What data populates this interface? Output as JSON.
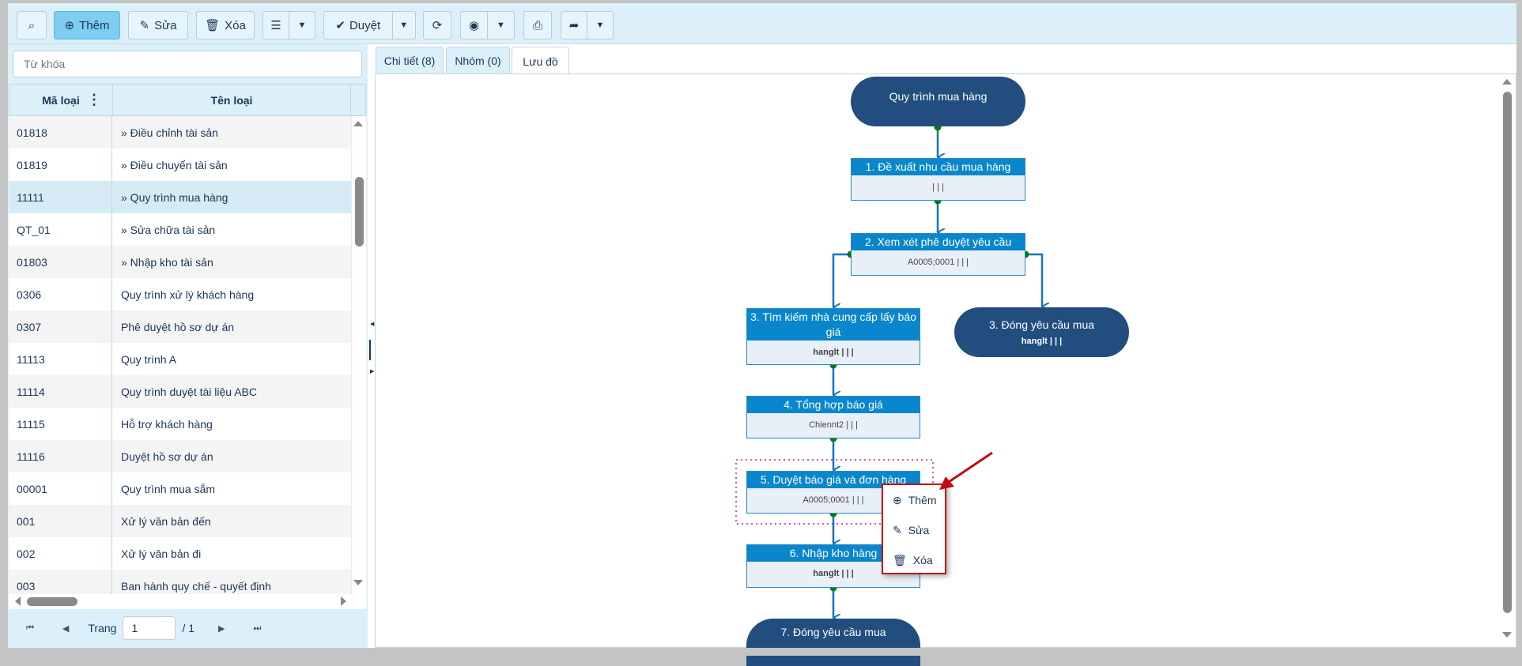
{
  "toolbar": {
    "find_icon": "binoculars-icon",
    "add": "Thêm",
    "edit": "Sửa",
    "delete": "Xóa",
    "approve": "Duyệt",
    "caret": "▼"
  },
  "search": {
    "placeholder": "Từ khóa"
  },
  "table": {
    "col_code": "Mã loại",
    "col_name": "Tên loại",
    "rows": [
      {
        "code": "01818",
        "name": "» Điều chỉnh tài sản"
      },
      {
        "code": "01819",
        "name": "» Điều chuyển tài sản"
      },
      {
        "code": "11111",
        "name": "» Quy trình mua hàng",
        "selected": true
      },
      {
        "code": "QT_01",
        "name": "» Sửa chữa tài sản"
      },
      {
        "code": "01803",
        "name": "» Nhập kho tài sản"
      },
      {
        "code": "0306",
        "name": "Quy trình xử lý khách hàng"
      },
      {
        "code": "0307",
        "name": "Phê duyệt hồ sơ dự án"
      },
      {
        "code": "11113",
        "name": "Quy trình A"
      },
      {
        "code": "11114",
        "name": "Quy trình duyệt tài liệu ABC"
      },
      {
        "code": "11115",
        "name": "Hỗ trợ khách hàng"
      },
      {
        "code": "11116",
        "name": "Duyệt hồ sơ dự án"
      },
      {
        "code": "00001",
        "name": "Quy trình mua sắm"
      },
      {
        "code": "001",
        "name": "Xử lý văn bản đến"
      },
      {
        "code": "002",
        "name": "Xử lý văn bản đi"
      },
      {
        "code": "003",
        "name": "Ban hành quy chế - quyết định"
      }
    ]
  },
  "pager": {
    "label": "Trang",
    "page": "1",
    "total": "/ 1"
  },
  "tabs": [
    {
      "label": "Chi tiết (8)"
    },
    {
      "label": "Nhóm (0)"
    },
    {
      "label": "Lưu đồ",
      "active": true
    }
  ],
  "flow": {
    "start": "Quy trình mua hàng",
    "n1": {
      "title": "1. Đề xuất nhu cầu mua hàng",
      "sub": "| | |"
    },
    "n2": {
      "title": "2. Xem xét phê duyệt yêu cầu",
      "sub": "A0005;0001 | | |"
    },
    "n3a": {
      "title": "3. Tìm kiếm nhà cung cấp lấy báo giá",
      "sub": "hanglt | | |"
    },
    "n3b": {
      "title": "3. Đóng yêu cầu mua",
      "sub": "hanglt | | |"
    },
    "n4": {
      "title": "4. Tổng hợp báo giá",
      "sub": "Chiennt2 | | |"
    },
    "n5": {
      "title": "5. Duyệt báo giá và đơn hàng",
      "sub": "A0005;0001 | | |"
    },
    "n6": {
      "title": "6. Nhập kho hàng",
      "sub": "hanglt | | |"
    },
    "n7": {
      "title": "7. Đóng yêu cầu mua"
    }
  },
  "context_menu": {
    "add": "Thêm",
    "edit": "Sửa",
    "delete": "Xóa"
  },
  "colors": {
    "accent": "#0a87cc",
    "terminal": "#214e7f",
    "connector_dot": "#008000",
    "highlight": "#c40d12"
  }
}
